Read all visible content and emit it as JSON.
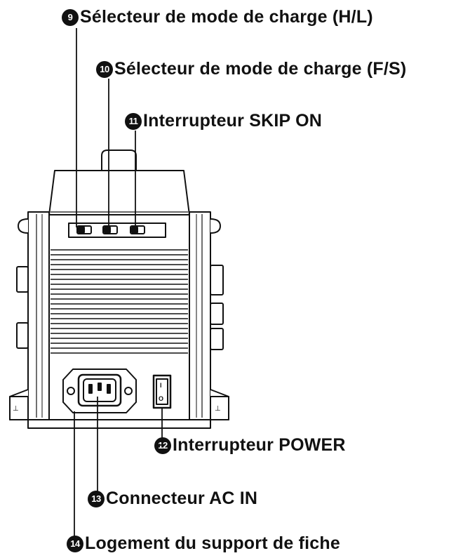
{
  "callouts": [
    {
      "num": "9",
      "label": "Sélecteur de mode de charge (H/L)"
    },
    {
      "num": "10",
      "label": "Sélecteur de mode de charge (F/S)"
    },
    {
      "num": "11",
      "label": "Interrupteur SKIP ON"
    },
    {
      "num": "12",
      "label": "Interrupteur POWER"
    },
    {
      "num": "13",
      "label": "Connecteur AC IN"
    },
    {
      "num": "14",
      "label": "Logement du support de fiche"
    }
  ],
  "device": {
    "switch_on_mark": "I",
    "switch_off_mark": "O"
  }
}
